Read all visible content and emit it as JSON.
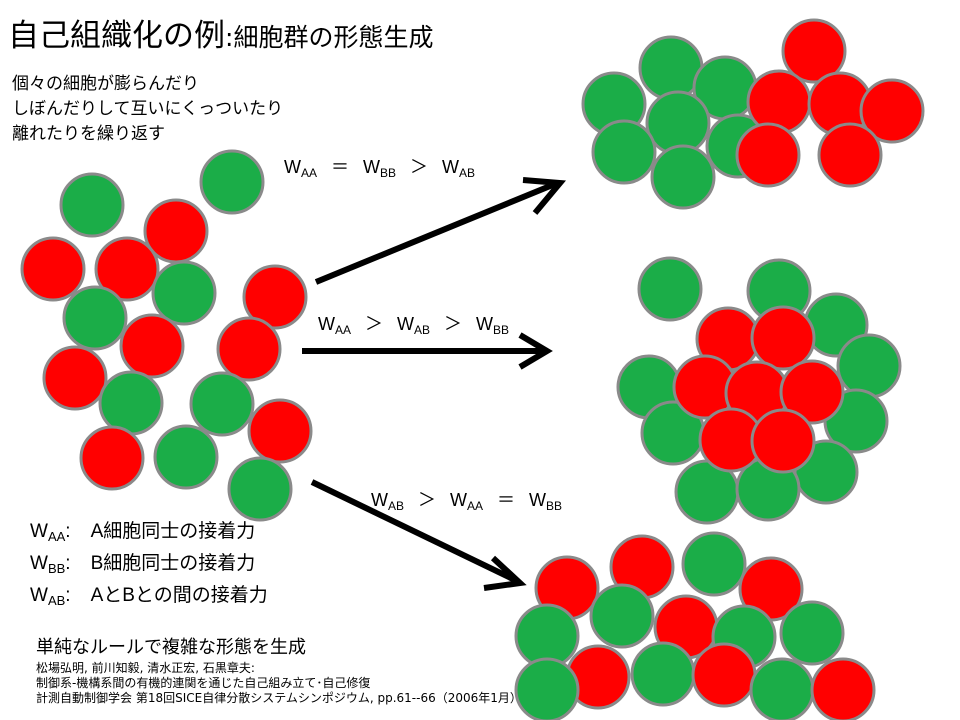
{
  "title": {
    "main": "自己組織化の例",
    "sep": ":",
    "sub": "細胞群の形態生成"
  },
  "intro_lines": [
    "個々の細胞が膨らんだり",
    "しぼんだりして互いにくっついたり",
    "離れたりを繰り返す"
  ],
  "formulas": [
    {
      "parts": [
        [
          "W",
          "AA"
        ],
        "＝",
        [
          "W",
          "BB"
        ],
        "＞",
        [
          "W",
          "AB"
        ]
      ]
    },
    {
      "parts": [
        [
          "W",
          "AA"
        ],
        "＞",
        [
          "W",
          "AB"
        ],
        "＞",
        [
          "W",
          "BB"
        ]
      ]
    },
    {
      "parts": [
        [
          "W",
          "AB"
        ],
        "＞",
        [
          "W",
          "AA"
        ],
        "＝",
        [
          "W",
          "BB"
        ]
      ]
    }
  ],
  "legend": [
    {
      "w": "W",
      "sub": "AA",
      "text": "A細胞同士の接着力"
    },
    {
      "w": "W",
      "sub": "BB",
      "text": "B細胞同士の接着力"
    },
    {
      "w": "W",
      "sub": "AB",
      "text": "AとBとの間の接着力"
    }
  ],
  "legend_colon": ":",
  "summary": "単純なルールで複雑な形態を生成",
  "reference": [
    "松場弘明, 前川知毅, 清水正宏, 石黒章夫:",
    "制御系-機構系間の有機的連関を通じた自己組み立て･自己修復",
    "計測自動制御学会 第18回SICE自律分散システムシンポジウム, pp.61--66（2006年1月）"
  ],
  "colors": {
    "cell_a": "#ff0000",
    "cell_b": "#1bad48",
    "cell_stroke": "#8a8a8a",
    "arrow": "#000000"
  }
}
